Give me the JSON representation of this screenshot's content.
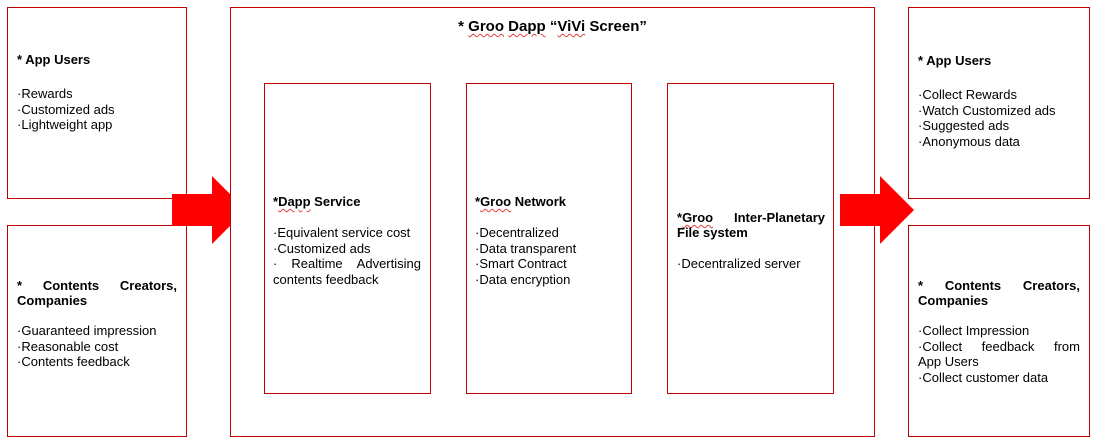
{
  "left_top": {
    "title": "* App Users",
    "items": [
      "Rewards",
      "Customized ads",
      "Lightweight app"
    ]
  },
  "left_bottom": {
    "title_line1": "*   Contents   Creators,",
    "title_line2": "Companies",
    "items": [
      "Guaranteed impression",
      "Reasonable cost",
      "Contents feedback"
    ]
  },
  "center": {
    "title_prefix": "* ",
    "title_word1": "Groo",
    "title_word2": "Dapp",
    "title_quote_open": " “",
    "title_word3": "ViVi",
    "title_suffix": " Screen”",
    "service": {
      "title_star": "*",
      "title_word": "Dapp",
      "title_rest": " Service",
      "items": [
        "Equivalent service cost",
        "Customized ads"
      ],
      "item3_a": "Realtime",
      "item3_b": "Advertising",
      "item3_line2": "contents feedback"
    },
    "network": {
      "title_star": "*",
      "title_word": "Groo",
      "title_rest": " Network",
      "items": [
        "Decentralized",
        "Data transparent",
        "Smart Contract",
        "Data encryption"
      ]
    },
    "ipfs": {
      "title_star": "*",
      "title_word": "Groo",
      "title_rest": "Inter-Planetary",
      "title_line2": "File system",
      "items": [
        "Decentralized server"
      ]
    }
  },
  "right_top": {
    "title": "* App Users",
    "items": [
      "Collect Rewards",
      "Watch Customized ads",
      "Suggested ads",
      "Anonymous data"
    ]
  },
  "right_bottom": {
    "title_line1": "*   Contents   Creators,",
    "title_line2": "Companies",
    "item1": "Collect Impression",
    "item2_line1": "Collect   feedback   from",
    "item2_line2": "App Users",
    "item3": "Collect customer data"
  },
  "colors": {
    "border": "#c00000",
    "arrow": "#ff0000"
  }
}
